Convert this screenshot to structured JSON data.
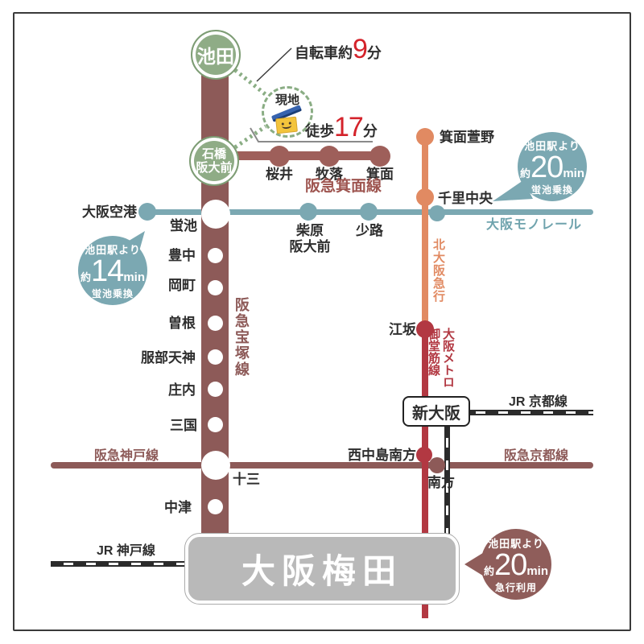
{
  "map": {
    "site": {
      "label": "現地"
    },
    "access": {
      "bicycle": {
        "prefix": "自転車約",
        "minutes": "9",
        "suffix": "分"
      },
      "walk": {
        "prefix": "徒歩",
        "minutes": "17",
        "suffix": "分"
      }
    },
    "terminals": {
      "ikeda": "池田",
      "ishibashi1": "石橋",
      "ishibashi2": "阪大前",
      "shin_osaka": "新大阪",
      "umeda": "大阪梅田"
    },
    "lines": {
      "takarazuka": "阪急宝塚線",
      "minoo": "阪急箕面線",
      "monorail": "大阪モノレール",
      "kita_osaka": "北大阪急行",
      "midosuji1": "大阪メトロ",
      "midosuji2": "御堂筋線",
      "hankyu_kobe": "阪急神戸線",
      "hankyu_kyoto": "阪急京都線",
      "jr_kyoto": "JR 京都線",
      "jr_kobe": "JR 神戸線"
    },
    "stations": {
      "osaka_airport": "大阪空港",
      "hotarugaike": "蛍池",
      "toyonaka": "豊中",
      "okamachi": "岡町",
      "sone": "曽根",
      "hattori_tenjin": "服部天神",
      "shonai": "庄内",
      "mikuni": "三国",
      "juso": "十三",
      "nakatsu": "中津",
      "sakurai": "桜井",
      "makiochi": "牧落",
      "minoo": "箕面",
      "shibahara1": "柴原",
      "shibahara2": "阪大前",
      "shoji": "少路",
      "minoo_kayano": "箕面萱野",
      "senri_chuo": "千里中央",
      "esaka": "江坂",
      "nishinakajima_minamigata": "西中島南方",
      "minamikata": "南方"
    },
    "badges": {
      "monorail_north": {
        "from": "池田駅より",
        "approx": "約",
        "minutes": "20",
        "unit": "min",
        "note": "蛍池乗換"
      },
      "monorail_airport": {
        "from": "池田駅より",
        "approx": "約",
        "minutes": "14",
        "unit": "min",
        "note": "蛍池乗換"
      },
      "express": {
        "from": "池田駅より",
        "approx": "約",
        "minutes": "20",
        "unit": "min",
        "note": "急行利用"
      }
    },
    "colors": {
      "hankyu": "#8d5a58",
      "minoo_line": "#9e5f5a",
      "monorail": "#7ba8b2",
      "kita_osaka": "#e18a62",
      "midosuji": "#b23842",
      "badge_maroon": "#8f5d5a",
      "station_green": "#8fac86",
      "accent_red": "#d4232b",
      "umeda_gray": "#b9b9b9"
    }
  }
}
